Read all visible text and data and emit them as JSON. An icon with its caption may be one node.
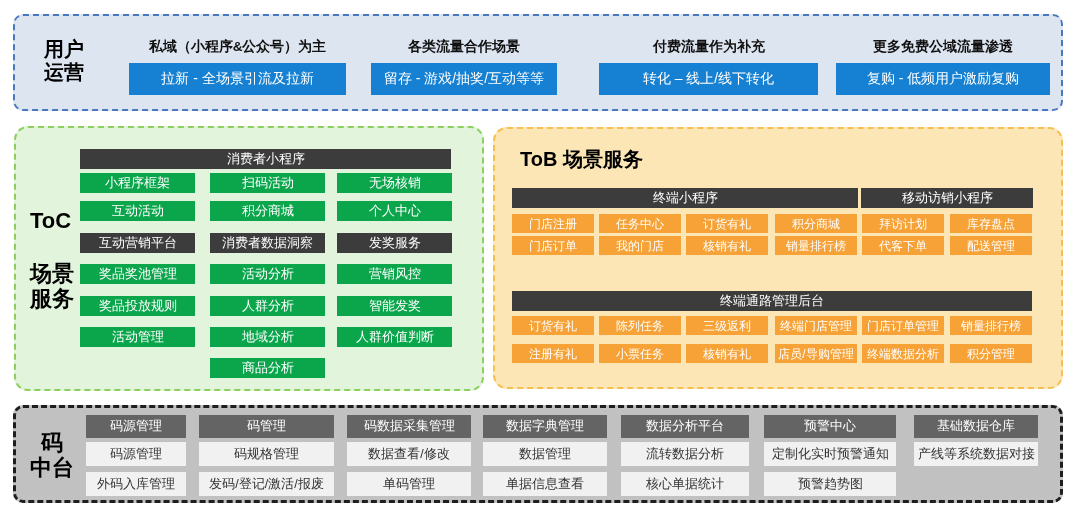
{
  "diagram": {
    "nodes": [
      {
        "text": [
          "用户运营"
        ]
      },
      {
        "text": [
          "私域（小程序&公众号）为主",
          "拉新 - 全场景引流及拉新"
        ],
        "in": 0
      },
      {
        "text": [
          "各类流量合作场景",
          "留存 - 游戏/抽奖/互动等等"
        ],
        "in": 0
      },
      {
        "text": [
          "付费流量作为补充",
          "转化 – 线上/线下转化"
        ],
        "in": 0
      },
      {
        "text": [
          "更多免费公域流量渗透",
          "复购 - 低频用户激励复购"
        ],
        "in": 0
      },
      {
        "text": [
          "ToC",
          "场景服务"
        ]
      },
      {
        "text": [
          "消费者小程序"
        ],
        "in": 5
      },
      {
        "text": [
          "小程序框架"
        ],
        "in": 5
      },
      {
        "text": [
          "扫码活动"
        ],
        "in": 5
      },
      {
        "text": [
          "无场核销"
        ],
        "in": 5
      },
      {
        "text": [
          "互动活动"
        ],
        "in": 5
      },
      {
        "text": [
          "积分商城"
        ],
        "in": 5
      },
      {
        "text": [
          "个人中心"
        ],
        "in": 5
      },
      {
        "text": [
          "互动营销平台"
        ],
        "in": 5
      },
      {
        "text": [
          "消费者数据洞察"
        ],
        "in": 5
      },
      {
        "text": [
          "发奖服务"
        ],
        "in": 5
      },
      {
        "text": [
          "奖品奖池管理"
        ],
        "in": 5
      },
      {
        "text": [
          "活动分析"
        ],
        "in": 5
      },
      {
        "text": [
          "营销风控"
        ],
        "in": 5
      },
      {
        "text": [
          "奖品投放规则"
        ],
        "in": 5
      },
      {
        "text": [
          "人群分析"
        ],
        "in": 5
      },
      {
        "text": [
          "智能发奖"
        ],
        "in": 5
      },
      {
        "text": [
          "活动管理"
        ],
        "in": 5
      },
      {
        "text": [
          "地域分析"
        ],
        "in": 5
      },
      {
        "text": [
          "人群价值判断"
        ],
        "in": 5
      },
      {
        "text": [
          "商品分析"
        ],
        "in": 5
      },
      {
        "text": [
          "ToB 场景服务"
        ]
      },
      {
        "text": [
          "终端小程序"
        ],
        "in": 26
      },
      {
        "text": [
          "移动访销小程序"
        ],
        "in": 26
      },
      {
        "text": [
          "门店注册"
        ],
        "in": 26
      },
      {
        "text": [
          "任务中心"
        ],
        "in": 26
      },
      {
        "text": [
          "订货有礼"
        ],
        "in": 26
      },
      {
        "text": [
          "积分商城"
        ],
        "in": 26
      },
      {
        "text": [
          "拜访计划"
        ],
        "in": 26
      },
      {
        "text": [
          "库存盘点"
        ],
        "in": 26
      },
      {
        "text": [
          "门店订单"
        ],
        "in": 26
      },
      {
        "text": [
          "我的门店"
        ],
        "in": 26
      },
      {
        "text": [
          "核销有礼"
        ],
        "in": 26
      },
      {
        "text": [
          "销量排行榜"
        ],
        "in": 26
      },
      {
        "text": [
          "代客下单"
        ],
        "in": 26
      },
      {
        "text": [
          "配送管理"
        ],
        "in": 26
      },
      {
        "text": [
          "终端通路管理后台"
        ],
        "in": 26
      },
      {
        "text": [
          "订货有礼"
        ],
        "in": 26
      },
      {
        "text": [
          "陈列任务"
        ],
        "in": 26
      },
      {
        "text": [
          "三级返利"
        ],
        "in": 26
      },
      {
        "text": [
          "终端门店管理"
        ],
        "in": 26
      },
      {
        "text": [
          "门店订单管理"
        ],
        "in": 26
      },
      {
        "text": [
          "销量排行榜"
        ],
        "in": 26
      },
      {
        "text": [
          "注册有礼"
        ],
        "in": 26
      },
      {
        "text": [
          "小票任务"
        ],
        "in": 26
      },
      {
        "text": [
          "核销有礼"
        ],
        "in": 26
      },
      {
        "text": [
          "店员/导购管理"
        ],
        "in": 26
      },
      {
        "text": [
          "终端数据分析"
        ],
        "in": 26
      },
      {
        "text": [
          "积分管理"
        ],
        "in": 26
      },
      {
        "text": [
          "码中台"
        ]
      },
      {
        "text": [
          "码源管理"
        ],
        "in": 54
      },
      {
        "text": [
          "码源管理"
        ],
        "in": 54
      },
      {
        "text": [
          "外码入库管理"
        ],
        "in": 54
      },
      {
        "text": [
          "码管理"
        ],
        "in": 54
      },
      {
        "text": [
          "码规格管理"
        ],
        "in": 54
      },
      {
        "text": [
          "发码/登记/激活/报废"
        ],
        "in": 54
      },
      {
        "text": [
          "码数据采集管理"
        ],
        "in": 54
      },
      {
        "text": [
          "数据查看/修改"
        ],
        "in": 54
      },
      {
        "text": [
          "单码管理"
        ],
        "in": 54
      },
      {
        "text": [
          "数据字典管理"
        ],
        "in": 54
      },
      {
        "text": [
          "数据管理"
        ],
        "in": 54
      },
      {
        "text": [
          "单据信息查看"
        ],
        "in": 54
      },
      {
        "text": [
          "数据分析平台"
        ],
        "in": 54
      },
      {
        "text": [
          "流转数据分析"
        ],
        "in": 54
      },
      {
        "text": [
          "核心单据统计"
        ],
        "in": 54
      },
      {
        "text": [
          "预警中心"
        ],
        "in": 54
      },
      {
        "text": [
          "定制化实时预警通知"
        ],
        "in": 54
      },
      {
        "text": [
          "预警趋势图"
        ],
        "in": 54
      },
      {
        "text": [
          "基础数据仓库"
        ],
        "in": 54
      },
      {
        "text": [
          "产线等系统数据对接"
        ],
        "in": 54
      }
    ]
  }
}
